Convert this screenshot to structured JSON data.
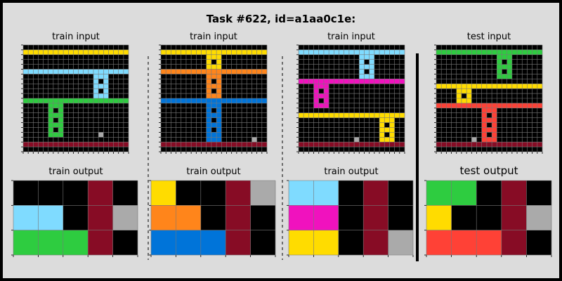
{
  "page": {
    "title": "Task #622, id=a1aa0c1e:"
  },
  "colors": {
    "0": "#000000",
    "2": "#ff4136",
    "3": "#2ecc40",
    "4": "#ffdc00",
    "5": "#aaaaaa",
    "6": "#f012be",
    "7": "#ff851b",
    "8": "#7fdbff",
    "9": "#870c25",
    "1": "#0074d9",
    "grid": "#777777",
    "frame": "#dcdcdc"
  },
  "panels": [
    {
      "label": "train input",
      "grid": [
        "000000000000000000000",
        "444444444444444444444",
        "000000000000000000000",
        "000000000000000000000",
        "000000000000000000000",
        "888888888888888888888",
        "000000000000008880000",
        "000000000000008080000",
        "000000000000008880000",
        "000000000000008080000",
        "000000000000008880000",
        "333333333333333333333",
        "000003330000000000000",
        "000003030000000000000",
        "000003330000000000000",
        "000003030000000000000",
        "000003330000000000000",
        "000003030000000000000",
        "000003330000000500000",
        "000000000000000000000",
        "999999999999999999999",
        "000000000000000000000"
      ]
    },
    {
      "label": "train output",
      "grid": [
        "00090",
        "88095",
        "33390"
      ]
    },
    {
      "label": "train input",
      "grid": [
        "000000000000000000000",
        "444444444444444444444",
        "000000000444000000000",
        "000000000404000000000",
        "000000000444000000000",
        "777777777777777777777",
        "000000000777000000000",
        "000000000707000000000",
        "000000000777000000000",
        "000000000707000000000",
        "000000000777000000000",
        "111111111111111111111",
        "000000000111000000000",
        "000000000101000000000",
        "000000000111000000000",
        "000000000101000000000",
        "000000000111000000000",
        "000000000101000000000",
        "000000000111000000000",
        "000000000111000000500",
        "999999999999999999999",
        "000000000000000000000"
      ]
    },
    {
      "label": "train output",
      "grid": [
        "40095",
        "77090",
        "11190"
      ]
    },
    {
      "label": "train input",
      "grid": [
        "000000000000000000000",
        "888888888888888888888",
        "000000000000888000000",
        "000000000000808000000",
        "000000000000888000000",
        "000000000000808000000",
        "000000000000888000000",
        "666666666666666666666",
        "000666000000000000000",
        "000606000000000000000",
        "000666000000000000000",
        "000606000000000000000",
        "000666000000000000000",
        "000000000000000000000",
        "444444444444444444444",
        "000000000000000044400",
        "000000000000000040400",
        "000000000000000044400",
        "000000000000000040400",
        "000000000005000044400",
        "999999999999999999999",
        "000000000000000000000"
      ]
    },
    {
      "label": "train output",
      "grid": [
        "88090",
        "66090",
        "44095"
      ]
    },
    {
      "label": "test input",
      "grid": [
        "000000000000000000000",
        "333333333333333333333",
        "000000000000333000000",
        "000000000000303000000",
        "000000000000333000000",
        "000000000000303000000",
        "000000000000333000000",
        "000000000000000000000",
        "444444444444444444444",
        "000044400000000000000",
        "000040400000000000000",
        "000044400000000000000",
        "222222222222222222222",
        "000000000222000000000",
        "000000000202000000000",
        "000000000222000000000",
        "000000000202000000000",
        "000000000222000000000",
        "000000000202000000000",
        "000000050222000000000",
        "999999999999999999999",
        "000000000000000000000"
      ]
    },
    {
      "label": "test output",
      "grid": [
        "33090",
        "40095",
        "22290"
      ]
    }
  ]
}
